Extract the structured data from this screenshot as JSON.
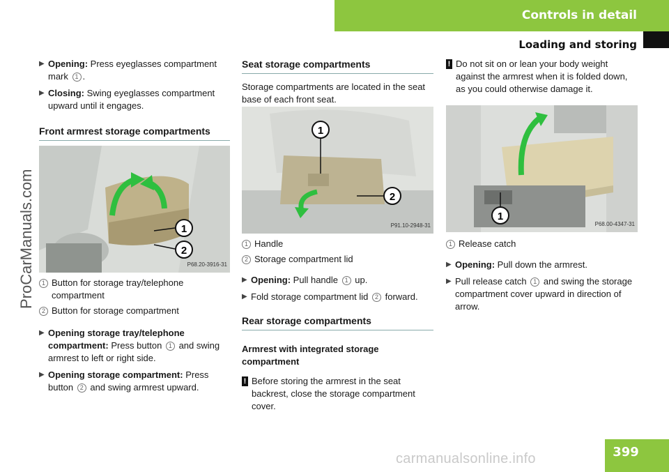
{
  "header": {
    "section": "Controls in detail",
    "subsection": "Loading and storing"
  },
  "watermarks": {
    "side": "ProCarManuals.com",
    "bottom": "carmanualsonline.info"
  },
  "page_number": "399",
  "col1": {
    "step_opening_label": "Opening:",
    "step_opening_text_a": "Press eyeglasses compartment mark",
    "step_opening_num": "1",
    "step_opening_text_b": ".",
    "step_closing_label": "Closing:",
    "step_closing_text": "Swing eyeglasses compartment upward until it engages.",
    "section_title": "Front armrest storage compartments",
    "photo_code": "P68.20-3916-31",
    "callouts": [
      "1",
      "2"
    ],
    "legend": [
      {
        "num": "1",
        "text": "Button for storage tray/telephone compartment"
      },
      {
        "num": "2",
        "text": "Button for storage compartment"
      }
    ],
    "step3_label": "Opening storage tray/telephone compartment:",
    "step3_text_a": "Press button",
    "step3_num": "1",
    "step3_text_b": "and swing armrest to left or right side.",
    "step4_label": "Opening storage compartment:",
    "step4_text_a": "Press button",
    "step4_num": "2",
    "step4_text_b": "and swing armrest upward."
  },
  "col2": {
    "section_title": "Seat storage compartments",
    "intro": "Storage compartments are located in the seat base of each front seat.",
    "photo_code": "P91.10-2948-31",
    "callouts": [
      "1",
      "2"
    ],
    "legend": [
      {
        "num": "1",
        "text": "Handle"
      },
      {
        "num": "2",
        "text": "Storage compartment lid"
      }
    ],
    "step1_label": "Opening:",
    "step1_text_a": "Pull handle",
    "step1_num": "1",
    "step1_text_b": "up.",
    "step2_text_a": "Fold storage compartment lid",
    "step2_num": "2",
    "step2_text_b": "forward.",
    "section2_title": "Rear storage compartments",
    "subheading": "Armrest with integrated storage compartment",
    "warning_mark": "!",
    "warning_text": "Before storing the armrest in the seat backrest, close the storage compartment cover."
  },
  "col3": {
    "warning_mark": "!",
    "warning_text": "Do not sit on or lean your body weight against the armrest when it is folded down, as you could otherwise damage it.",
    "photo_code": "P68.00-4347-31",
    "callouts": [
      "1"
    ],
    "legend": [
      {
        "num": "1",
        "text": "Release catch"
      }
    ],
    "step1_label": "Opening:",
    "step1_text": "Pull down the armrest.",
    "step2_text_a": "Pull release catch",
    "step2_num": "1",
    "step2_text_b": "and swing the storage compartment cover upward in direction of arrow."
  },
  "colors": {
    "brand_green": "#8dc63f",
    "arrow_green": "#2fbf3f"
  }
}
